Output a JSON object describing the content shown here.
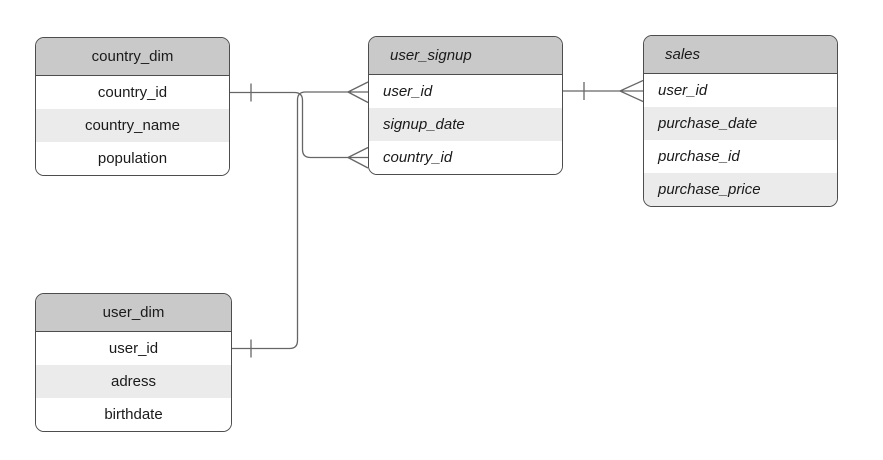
{
  "diagram": {
    "type": "entity-relationship",
    "colors": {
      "background": "#ffffff",
      "header_fill": "#c9c9c9",
      "row_fill": "#ffffff",
      "row_alt_fill": "#ebebeb",
      "border": "#4d4d4d",
      "connector": "#666666",
      "text": "#1a1a1a"
    },
    "entities": [
      {
        "id": "country_dim",
        "title": "country_dim",
        "fields": [
          "country_id",
          "country_name",
          "population"
        ]
      },
      {
        "id": "user_signup",
        "title": "user_signup",
        "fields": [
          "user_id",
          "signup_date",
          "country_id"
        ]
      },
      {
        "id": "sales",
        "title": "sales",
        "fields": [
          "user_id",
          "purchase_date",
          "purchase_id",
          "purchase_price"
        ]
      },
      {
        "id": "user_dim",
        "title": "user_dim",
        "fields": [
          "user_id",
          "adress",
          "birthdate"
        ]
      }
    ],
    "relationships": [
      {
        "from": "country_dim.country_id",
        "from_cardinality": "one",
        "to": "user_signup.country_id",
        "to_cardinality": "many"
      },
      {
        "from": "user_dim.user_id",
        "from_cardinality": "one",
        "to": "user_signup.user_id",
        "to_cardinality": "many"
      },
      {
        "from": "user_signup.user_id",
        "from_cardinality": "one",
        "to": "sales.user_id",
        "to_cardinality": "many"
      }
    ]
  }
}
